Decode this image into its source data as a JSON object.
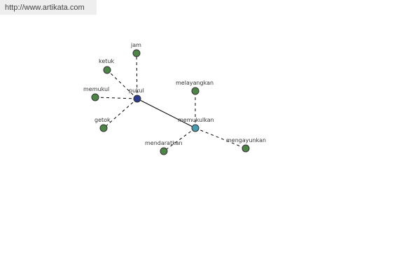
{
  "watermark": {
    "text": "http://www.artikata.com"
  },
  "colors": {
    "leaf_node": "#4e8447",
    "hub_primary": "#2c3a8c",
    "hub_secondary": "#4a9bb0",
    "edge": "#000000"
  },
  "graph": {
    "nodes": [
      {
        "id": "pukul",
        "label": "pukul",
        "kind": "hub_primary"
      },
      {
        "id": "memukulkan",
        "label": "memukulkan",
        "kind": "hub_secondary"
      },
      {
        "id": "jam",
        "label": "jam",
        "kind": "leaf_node"
      },
      {
        "id": "ketuk",
        "label": "ketuk",
        "kind": "leaf_node"
      },
      {
        "id": "memukul",
        "label": "memukul",
        "kind": "leaf_node"
      },
      {
        "id": "getok",
        "label": "getok",
        "kind": "leaf_node"
      },
      {
        "id": "melayangkan",
        "label": "melayangkan",
        "kind": "leaf_node"
      },
      {
        "id": "mendaratkan",
        "label": "mendaratkan",
        "kind": "leaf_node"
      },
      {
        "id": "mengayunkan",
        "label": "mengayunkan",
        "kind": "leaf_node"
      }
    ],
    "edges": [
      {
        "from": "pukul",
        "to": "memukulkan",
        "style": "solid"
      },
      {
        "from": "pukul",
        "to": "jam",
        "style": "dashed"
      },
      {
        "from": "pukul",
        "to": "ketuk",
        "style": "dashed"
      },
      {
        "from": "pukul",
        "to": "memukul",
        "style": "dashed"
      },
      {
        "from": "pukul",
        "to": "getok",
        "style": "dashed"
      },
      {
        "from": "memukulkan",
        "to": "melayangkan",
        "style": "dashed"
      },
      {
        "from": "memukulkan",
        "to": "mendaratkan",
        "style": "dashed"
      },
      {
        "from": "memukulkan",
        "to": "mengayunkan",
        "style": "dashed"
      }
    ]
  }
}
